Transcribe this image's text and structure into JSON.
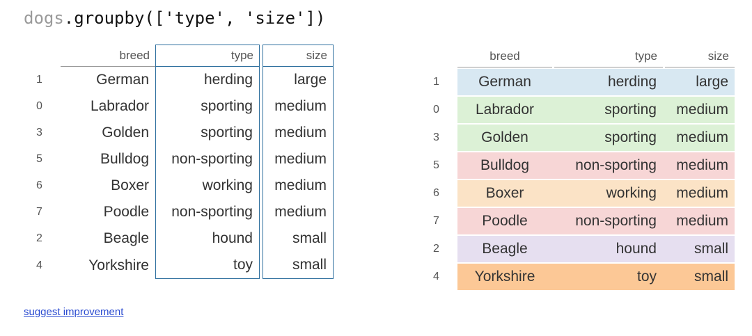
{
  "code": {
    "object": "dogs",
    "method": ".groupby(['type', 'size'])"
  },
  "columns": {
    "breed": "breed",
    "type": "type",
    "size": "size"
  },
  "rows": [
    {
      "idx": "1",
      "breed": "German",
      "type": "herding",
      "size": "large",
      "color": "#d8e8f2"
    },
    {
      "idx": "0",
      "breed": "Labrador",
      "type": "sporting",
      "size": "medium",
      "color": "#dcf1d6"
    },
    {
      "idx": "3",
      "breed": "Golden",
      "type": "sporting",
      "size": "medium",
      "color": "#dcf1d6"
    },
    {
      "idx": "5",
      "breed": "Bulldog",
      "type": "non-sporting",
      "size": "medium",
      "color": "#f7d6d6"
    },
    {
      "idx": "6",
      "breed": "Boxer",
      "type": "working",
      "size": "medium",
      "color": "#fbe3c6"
    },
    {
      "idx": "7",
      "breed": "Poodle",
      "type": "non-sporting",
      "size": "medium",
      "color": "#f7d6d6"
    },
    {
      "idx": "2",
      "breed": "Beagle",
      "type": "hound",
      "size": "small",
      "color": "#e6dff0"
    },
    {
      "idx": "4",
      "breed": "Yorkshire",
      "type": "toy",
      "size": "small",
      "color": "#fcc896"
    }
  ],
  "link": {
    "label": "suggest improvement"
  }
}
